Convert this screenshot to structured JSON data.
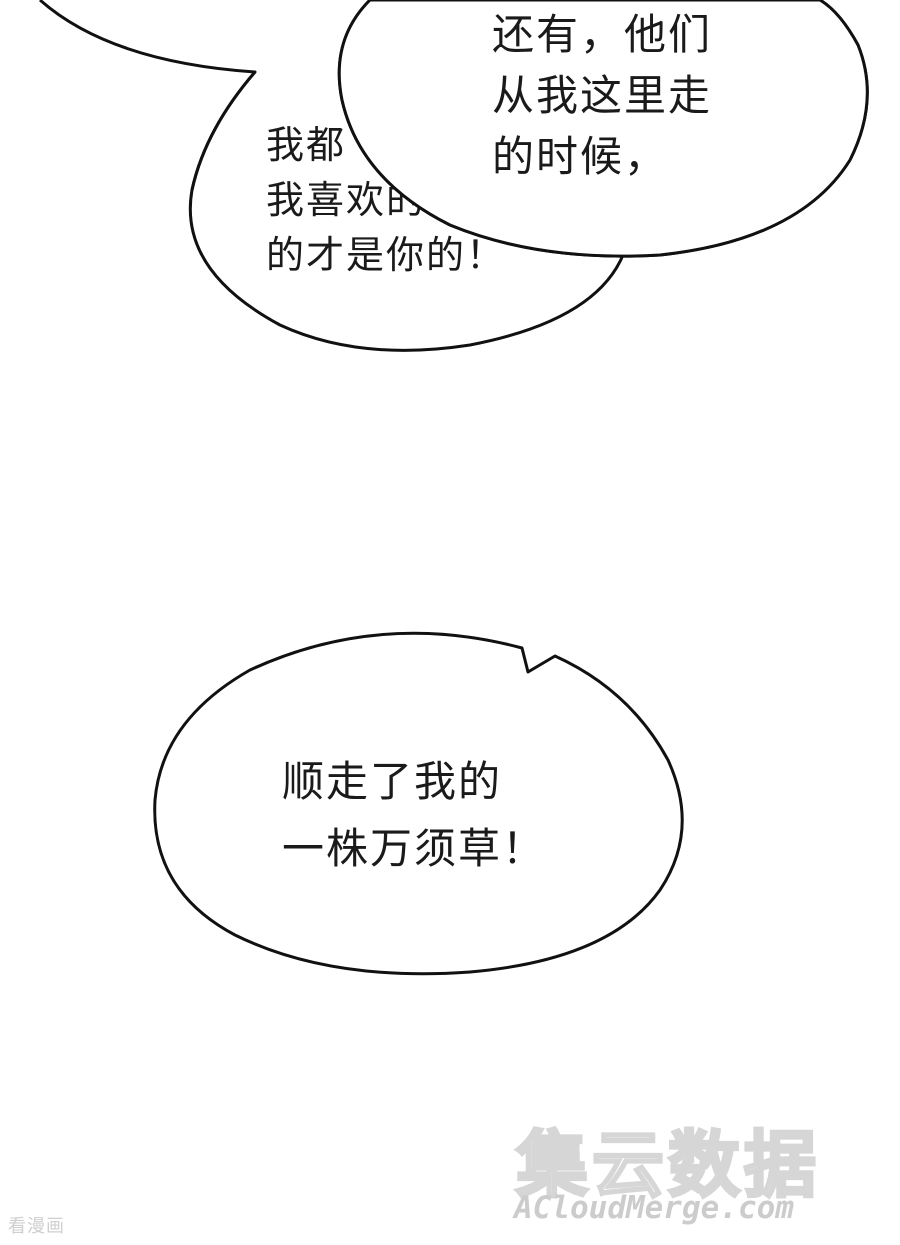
{
  "panel": {
    "background": "#ffffff",
    "ink": "#1a1a1a"
  },
  "bubbles": {
    "back": {
      "lines": [
        "我都",
        "我喜欢的",
        "的才是你的！"
      ]
    },
    "front": {
      "lines": [
        "还有，他们",
        "从我这里走",
        "的时候，"
      ]
    },
    "bottom": {
      "lines": [
        "顺走了我的",
        "一株万须草！"
      ]
    }
  },
  "watermarks": {
    "left": "看漫画",
    "right_title": "集云数据",
    "right_url": "ACloudMerge.com"
  }
}
